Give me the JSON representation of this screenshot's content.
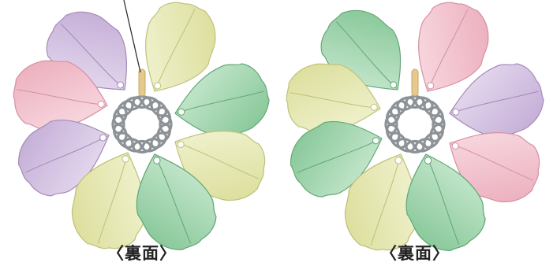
{
  "captions": {
    "left": "〈裏面〉",
    "right": "〈裏面〉"
  },
  "colors": {
    "purple": {
      "fill": "#c9b3da",
      "light": "#ece3f3",
      "stroke": "#a38bb8"
    },
    "pink": {
      "fill": "#f0b7c4",
      "light": "#fbe3e8",
      "stroke": "#d590a2"
    },
    "yellow": {
      "fill": "#e0e3a4",
      "light": "#f5f6da",
      "stroke": "#bfc27a"
    },
    "green": {
      "fill": "#8dcb9c",
      "light": "#d3eed9",
      "stroke": "#64a877"
    },
    "ring": "#8d9296",
    "bail": "#e7c98d",
    "pointer": "#222222"
  },
  "flowers": {
    "left": {
      "petals": [
        "yellow",
        "green",
        "yellow",
        "green",
        "yellow",
        "purple",
        "pink",
        "purple"
      ]
    },
    "right": {
      "petals": [
        "pink",
        "purple",
        "pink",
        "green",
        "yellow",
        "green",
        "yellow",
        "green"
      ]
    }
  }
}
